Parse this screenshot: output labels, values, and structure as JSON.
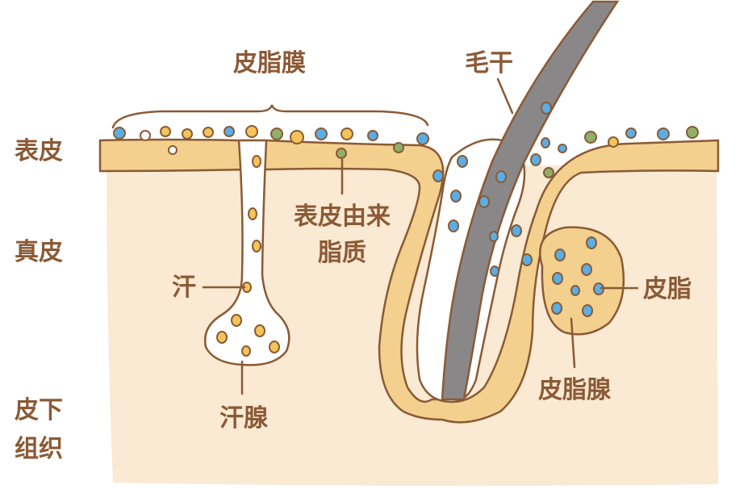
{
  "labels": {
    "sebum_film": "皮脂膜",
    "hair_shaft": "毛干",
    "epidermis": "表皮",
    "dermis": "真皮",
    "epidermal_lipid_line1": "表皮由来",
    "epidermal_lipid_line2": "脂质",
    "sweat": "汗",
    "sebum": "皮脂",
    "sweat_gland": "汗腺",
    "sebaceous_gland": "皮脂腺",
    "subcutaneous_line1": "皮下",
    "subcutaneous_line2": "组织"
  },
  "colors": {
    "dermis": "#fae9d3",
    "epidermis": "#f3d08e",
    "outline": "#8a5a35",
    "hair": "#8a8789",
    "sebum_dot": "#5aaee6",
    "sweat_dot": "#f2c45a",
    "lipid_dot": "#8fb06a"
  }
}
